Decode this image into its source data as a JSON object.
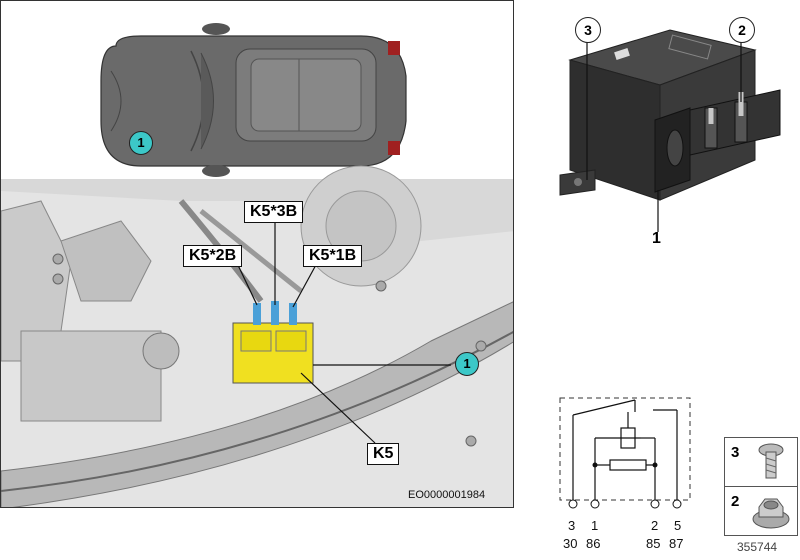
{
  "callouts": {
    "k5_3b": "K5*3B",
    "k5_2b": "K5*2B",
    "k5_1b": "K5*1B",
    "k5": "K5",
    "position_1": "1"
  },
  "image_code": "EO0000001984",
  "relay": {
    "label_1": "1",
    "label_2": "2",
    "label_3": "3"
  },
  "schematic": {
    "pins_top": [
      "3",
      "1",
      "2",
      "5"
    ],
    "pins_bottom": [
      "30",
      "86",
      "85",
      "87"
    ]
  },
  "parts": {
    "item_3": "3",
    "item_2": "2",
    "ref_number": "355744"
  },
  "colors": {
    "callout_teal": "#3cc8c8",
    "relay_yellow": "#f0e020"
  }
}
